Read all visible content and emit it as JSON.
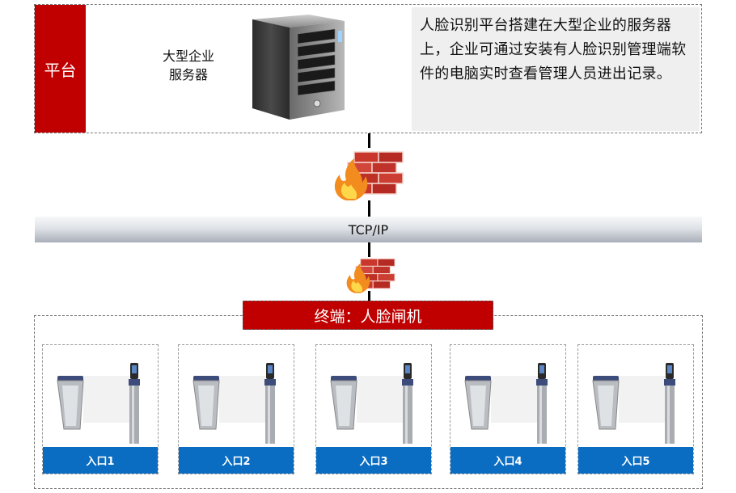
{
  "platform": {
    "label": "平台",
    "server_caption_line1": "大型企业",
    "server_caption_line2": "服务器",
    "description": "人脸识别平台搭建在大型企业的服务器上，企业可通过安装有人脸识别管理端软件的电脑实时查看管理人员进出记录。"
  },
  "network": {
    "label": "TCP/IP"
  },
  "terminal": {
    "label": "终端：人脸闸机",
    "entrances": [
      "入口1",
      "入口2",
      "入口3",
      "入口4",
      "入口5"
    ]
  },
  "colors": {
    "brand_red": "#c00000",
    "label_blue": "#0a6dc2"
  }
}
